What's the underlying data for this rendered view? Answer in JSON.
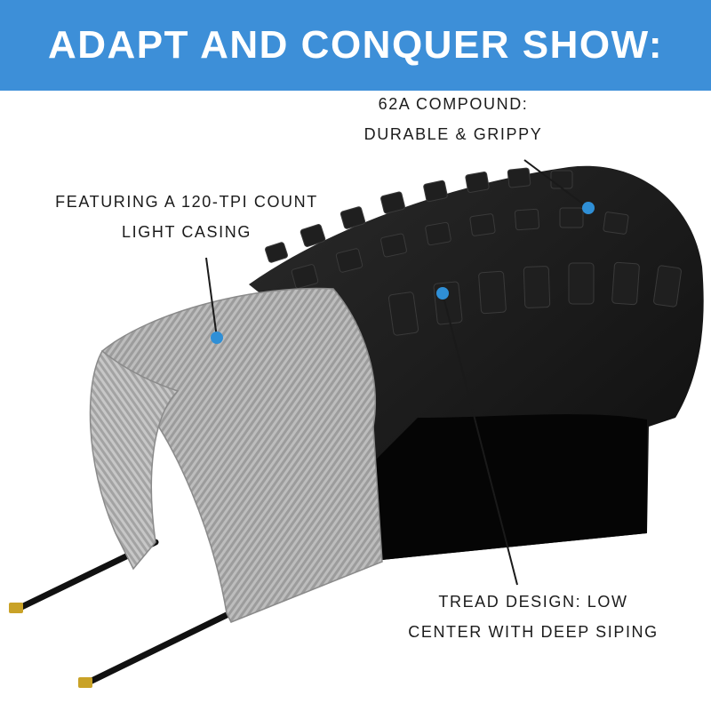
{
  "banner": {
    "title": "ADAPT AND CONQUER SHOW:",
    "background": "#3d8fd8"
  },
  "callouts": {
    "compound": {
      "line1": "62A COMPOUND:",
      "line2": "DURABLE & GRIPPY"
    },
    "casing": {
      "line1": "FEATURING A 120-TPI COUNT",
      "line2": "LIGHT CASING"
    },
    "tread": {
      "line1": "TREAD DESIGN: LOW",
      "line2": "CENTER WITH DEEP SIPING"
    }
  },
  "colors": {
    "marker": "#2f8fd6",
    "tire": "#141414",
    "casing": "#b9b9b9",
    "bead_tip": "#c9a227"
  }
}
